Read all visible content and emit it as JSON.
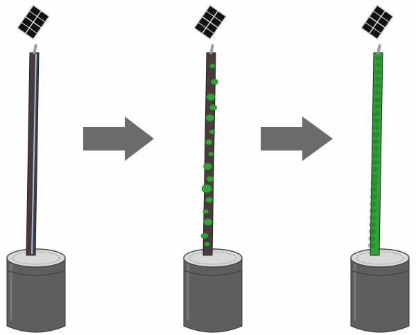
{
  "colors": {
    "background": "#fefefe",
    "pole": "#4b3a3c",
    "pole_edge": "#2a2022",
    "water_line": "#8fc6e8",
    "moss": "#2fa336",
    "moss_dark": "#1f7a26",
    "panel": "#111111",
    "panel_frame": "#9a9a9a",
    "base": "#5d5f5f",
    "base_top": "#d8d8d8",
    "arrow": "#6b6b6b"
  },
  "stages": [
    {
      "id": "bare",
      "moss_coverage": 0
    },
    {
      "id": "partial",
      "moss_coverage": 0.4
    },
    {
      "id": "full",
      "moss_coverage": 1
    }
  ]
}
